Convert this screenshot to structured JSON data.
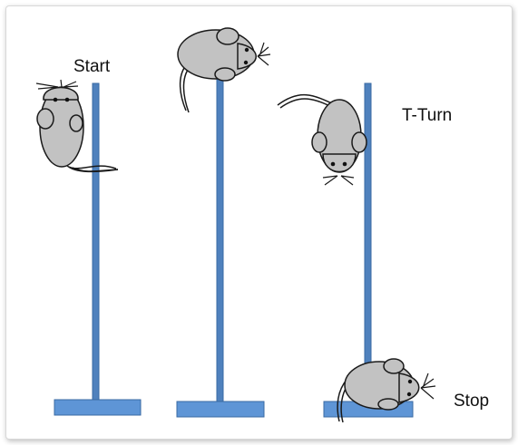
{
  "labels": {
    "start": "Start",
    "t_turn": "T-Turn",
    "stop": "Stop"
  },
  "colors": {
    "pole": "#4f81bd",
    "pole_edge": "#3a6aa3",
    "base": "#5e95d6",
    "mouse_body": "#c2c2c2",
    "mouse_outline": "#1a1a1a",
    "background": "#ffffff"
  },
  "icons": {
    "mouse": "mouse-icon",
    "pole": "pole"
  }
}
